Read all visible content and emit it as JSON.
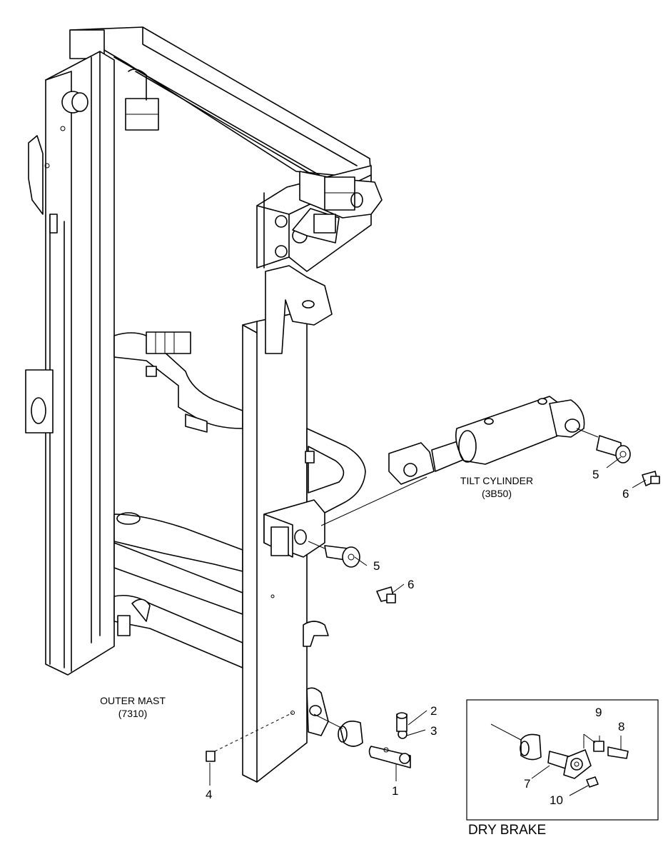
{
  "labels": {
    "tilt_cylinder": "TILT CYLINDER",
    "tilt_cylinder_code": "(3B50)",
    "outer_mast": "OUTER MAST",
    "outer_mast_code": "(7310)",
    "dry_brake": "DRY BRAKE"
  },
  "callouts": {
    "c1": "1",
    "c2": "2",
    "c3": "3",
    "c4": "4",
    "c5a": "5",
    "c5b": "5",
    "c6a": "6",
    "c6b": "6",
    "c7": "7",
    "c8": "8",
    "c9": "9",
    "c10": "10"
  }
}
